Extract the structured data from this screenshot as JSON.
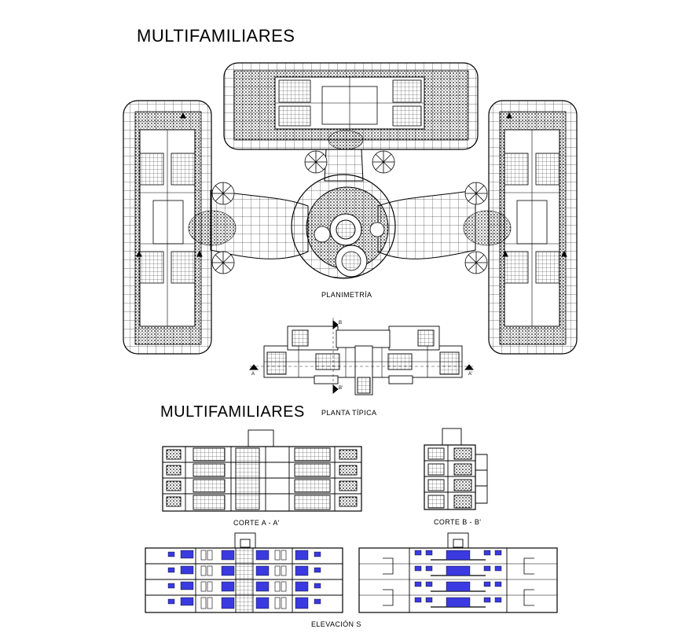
{
  "titles": {
    "main": "MULTIFAMILIARES",
    "secondary": "MULTIFAMILIARES"
  },
  "captions": {
    "site_plan": "PLANIMETRÍA",
    "typical_plan": "PLANTA TÍPICA",
    "section_a": "CORTE A - A'",
    "section_b": "CORTE B - B'",
    "elevations": "ELEVACIÓN  S"
  },
  "section_marks": {
    "a_left": "A",
    "a_right": "A'",
    "b_top": "B",
    "b_bottom": "B'"
  },
  "colors": {
    "line": "#000000",
    "window_fill": "#3a3ae0",
    "window_light": "#c8c8ff",
    "foliage": "#111111"
  }
}
